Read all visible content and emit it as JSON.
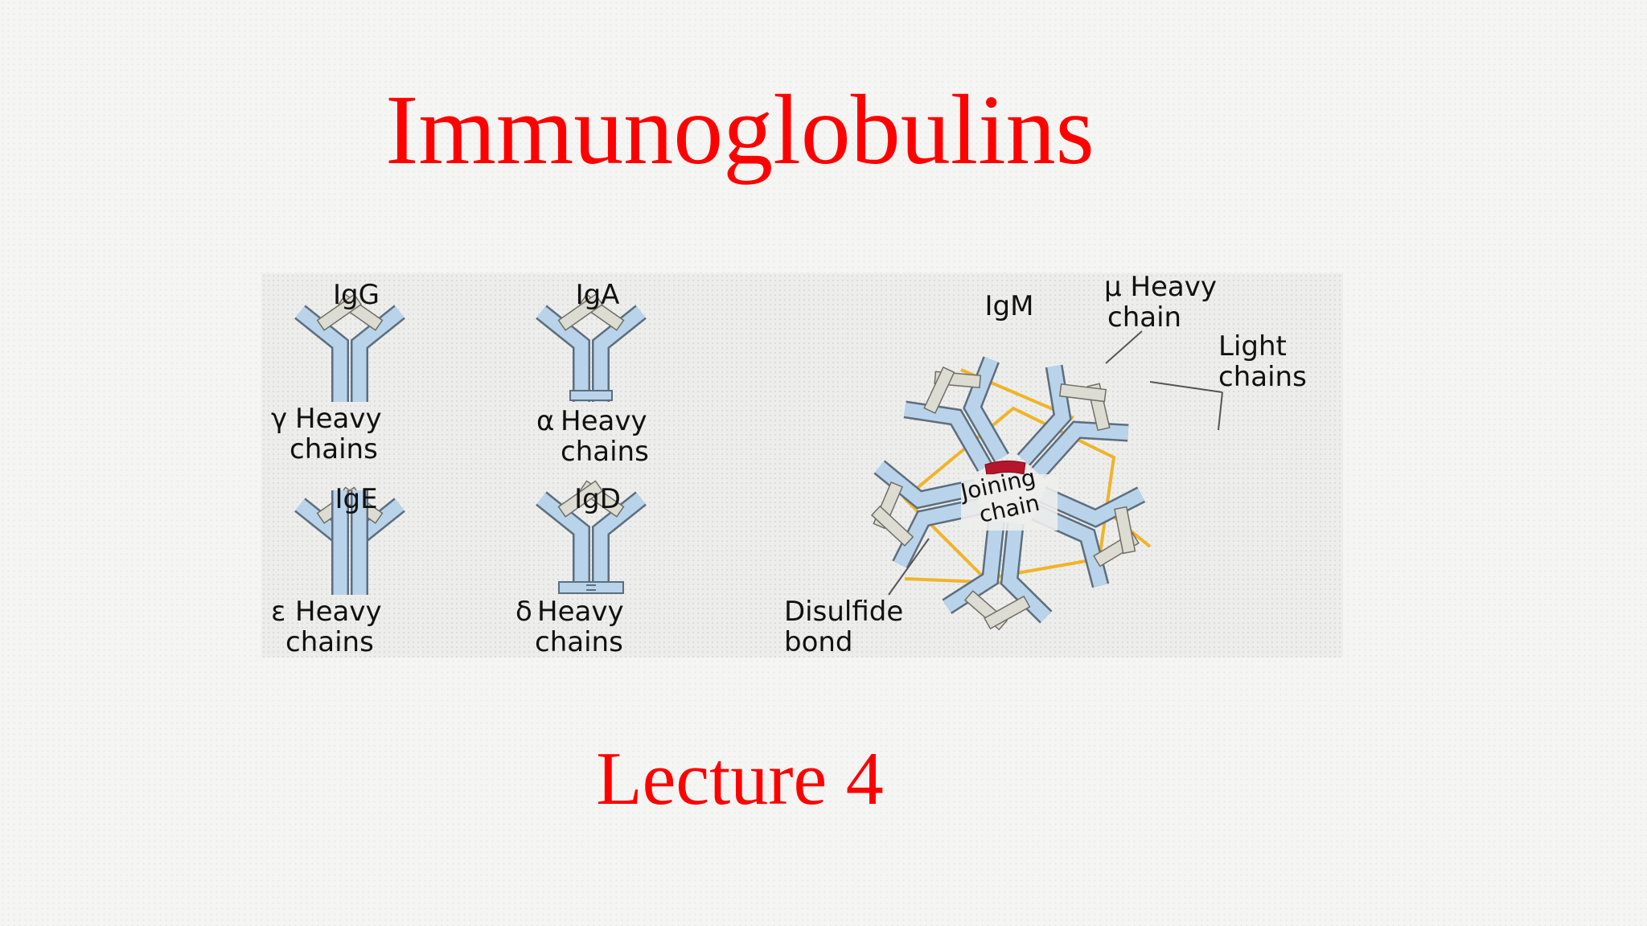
{
  "slide": {
    "title": "Immunoglobulins",
    "subtitle": "Lecture 4"
  },
  "figure": {
    "colors": {
      "heavy_chain": "#b9d4ea",
      "light_chain": "#dcdcd2",
      "outline": "#5d6e7e",
      "disulfide": "#f0b429",
      "joining_chain": "#b5162b"
    },
    "monomers": [
      {
        "name": "IgG",
        "chain_symbol": "γ",
        "chain_text": "Heavy",
        "chains_text": "chains"
      },
      {
        "name": "IgA",
        "chain_symbol": "α",
        "chain_text": "Heavy",
        "chains_text": "chains"
      },
      {
        "name": "IgE",
        "chain_symbol": "ε",
        "chain_text": "Heavy",
        "chains_text": "chains"
      },
      {
        "name": "IgD",
        "chain_symbol": "δ",
        "chain_text": "Heavy",
        "chains_text": "chains"
      }
    ],
    "igm": {
      "name": "IgM",
      "mu_line1": "μ Heavy",
      "mu_line2": "chain",
      "light_line1": "Light",
      "light_line2": "chains",
      "joining_line1": "Joining",
      "joining_line2": "chain",
      "disulfide_line1": "Disulfide",
      "disulfide_line2": "bond"
    }
  }
}
